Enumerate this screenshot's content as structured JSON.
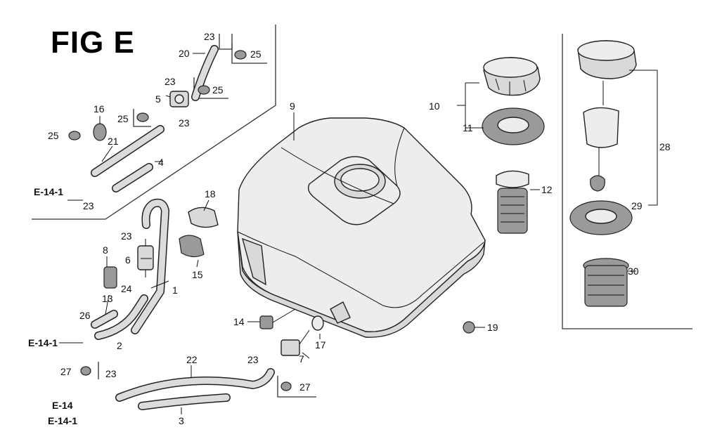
{
  "figure": {
    "title": "FIG E"
  },
  "callouts": [
    {
      "id": "c1",
      "text": "1"
    },
    {
      "id": "c2",
      "text": "2"
    },
    {
      "id": "c3",
      "text": "3"
    },
    {
      "id": "c4",
      "text": "4"
    },
    {
      "id": "c5",
      "text": "5"
    },
    {
      "id": "c6",
      "text": "6"
    },
    {
      "id": "c7",
      "text": "7"
    },
    {
      "id": "c8",
      "text": "8"
    },
    {
      "id": "c9",
      "text": "9"
    },
    {
      "id": "c10",
      "text": "10"
    },
    {
      "id": "c11",
      "text": "11"
    },
    {
      "id": "c12",
      "text": "12"
    },
    {
      "id": "c13",
      "text": "13"
    },
    {
      "id": "c14",
      "text": "14"
    },
    {
      "id": "c15",
      "text": "15"
    },
    {
      "id": "c16",
      "text": "16"
    },
    {
      "id": "c17",
      "text": "17"
    },
    {
      "id": "c18",
      "text": "18"
    },
    {
      "id": "c19",
      "text": "19"
    },
    {
      "id": "c20",
      "text": "20"
    },
    {
      "id": "c21",
      "text": "21"
    },
    {
      "id": "c22",
      "text": "22"
    },
    {
      "id": "c23a",
      "text": "23"
    },
    {
      "id": "c23b",
      "text": "23"
    },
    {
      "id": "c23c",
      "text": "23"
    },
    {
      "id": "c23d",
      "text": "23"
    },
    {
      "id": "c23e",
      "text": "23"
    },
    {
      "id": "c23f",
      "text": "23"
    },
    {
      "id": "c23g",
      "text": "23"
    },
    {
      "id": "c24",
      "text": "24"
    },
    {
      "id": "c25a",
      "text": "25"
    },
    {
      "id": "c25b",
      "text": "25"
    },
    {
      "id": "c25c",
      "text": "25"
    },
    {
      "id": "c25d",
      "text": "25"
    },
    {
      "id": "c26",
      "text": "26"
    },
    {
      "id": "c27a",
      "text": "27"
    },
    {
      "id": "c27b",
      "text": "27"
    },
    {
      "id": "c28",
      "text": "28"
    },
    {
      "id": "c29",
      "text": "29"
    },
    {
      "id": "c30",
      "text": "30"
    }
  ],
  "references": [
    {
      "id": "r1",
      "text": "E-14-1"
    },
    {
      "id": "r2",
      "text": "E-14-1"
    },
    {
      "id": "r3",
      "text": "E-14"
    },
    {
      "id": "r4",
      "text": "E-14-1"
    }
  ]
}
